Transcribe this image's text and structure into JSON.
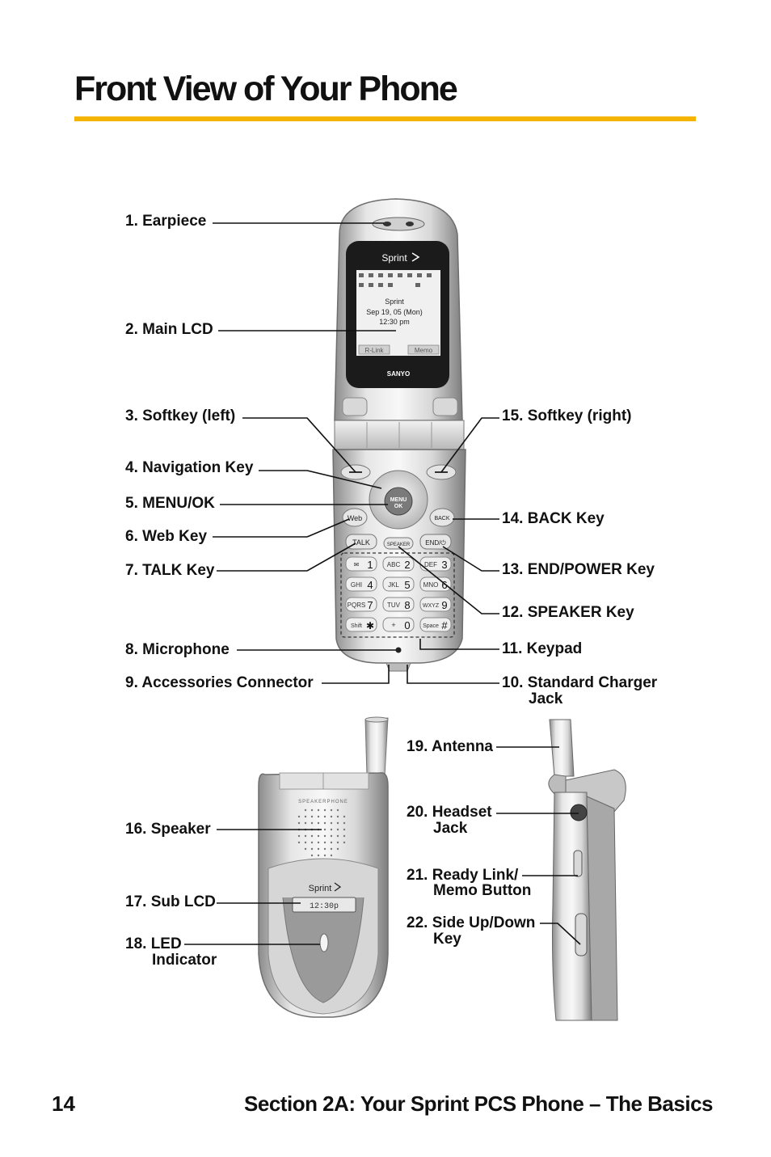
{
  "page": {
    "title": "Front View of Your Phone",
    "page_number": "14",
    "section": "Section 2A: Your Sprint PCS Phone – The Basics"
  },
  "labels": {
    "l1": "1. Earpiece",
    "l2": "2. Main LCD",
    "l3": "3. Softkey (left)",
    "l4": "4. Navigation Key",
    "l5": "5. MENU/OK",
    "l6": "6. Web Key",
    "l7": "7. TALK Key",
    "l8": "8. Microphone",
    "l9": "9. Accessories Connector",
    "l10a": "10. Standard Charger",
    "l10b": "Jack",
    "l11": "11. Keypad",
    "l12": "12. SPEAKER Key",
    "l13": "13. END/POWER Key",
    "l14": "14. BACK Key",
    "l15": "15. Softkey (right)",
    "l16": "16. Speaker",
    "l17": "17. Sub LCD",
    "l18a": "18. LED",
    "l18b": "Indicator",
    "l19": "19. Antenna",
    "l20a": "20. Headset",
    "l20b": "Jack",
    "l21a": "21. Ready Link/",
    "l21b": "Memo Button",
    "l22a": "22. Side Up/Down",
    "l22b": "Key"
  },
  "phone_text": {
    "brand": "Sprint",
    "maker": "SANYO",
    "screen_line1": "Sprint",
    "screen_line2": "Sep 19, 05 (Mon)",
    "screen_line3": "12:30 pm",
    "softkey_left": "R-Link",
    "softkey_right": "Memo",
    "menu_key": "MENU",
    "ok_key": "OK",
    "web_key": "Web",
    "back_key": "BACK",
    "talk_key": "TALK",
    "speaker_key": "SPEAKER",
    "end_key": "END/⏻",
    "keys": [
      {
        "sub": "✉",
        "num": "1"
      },
      {
        "sub": "ABC",
        "num": "2"
      },
      {
        "sub": "DEF",
        "num": "3"
      },
      {
        "sub": "GHI",
        "num": "4"
      },
      {
        "sub": "JKL",
        "num": "5"
      },
      {
        "sub": "MNO",
        "num": "6"
      },
      {
        "sub": "PQRS",
        "num": "7"
      },
      {
        "sub": "TUV",
        "num": "8"
      },
      {
        "sub": "WXYZ",
        "num": "9"
      },
      {
        "sub": "Shift",
        "num": "✱"
      },
      {
        "sub": "+",
        "num": "0"
      },
      {
        "sub": "Space",
        "num": "#"
      }
    ],
    "back_speakerphone": "SPEAKERPHONE",
    "back_brand": "Sprint",
    "sub_lcd_text": "12:30p"
  },
  "colors": {
    "accent_rule": "#f4b400"
  }
}
